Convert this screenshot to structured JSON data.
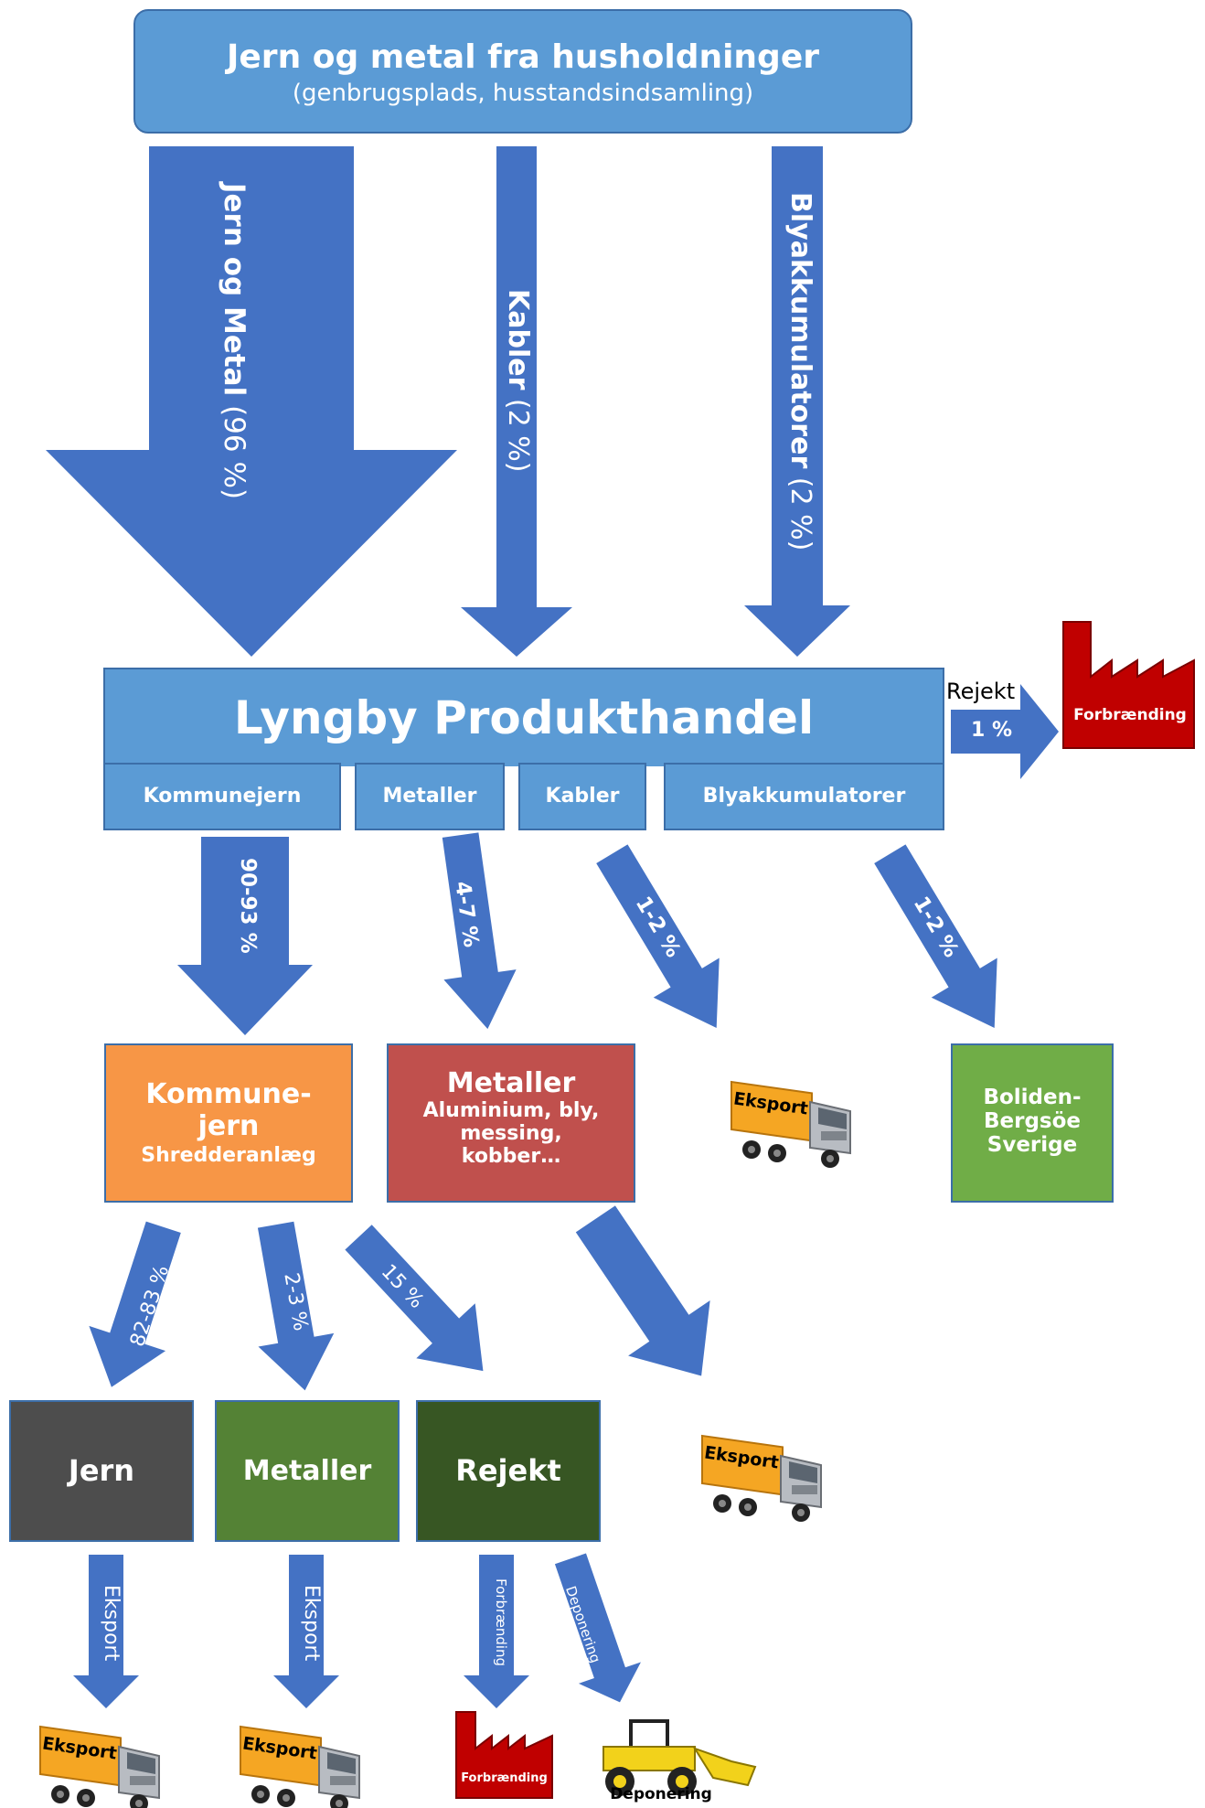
{
  "colors": {
    "arrow_blue": "#4472c4",
    "box_light_blue": "#5b9bd5",
    "orange": "#f79646",
    "red": "#c0504d",
    "green_light": "#70ad47",
    "green_mid": "#548235",
    "green_dark": "#375623",
    "gray_dark": "#4d4d4d",
    "factory_red": "#c00000"
  },
  "source": {
    "title": "Jern og metal fra husholdninger",
    "subtitle": "(genbrugsplads, husstandsindsamling)"
  },
  "inflows": [
    {
      "label_bold": "Jern og Metal",
      "label_pct": " (96 %)"
    },
    {
      "label_bold": "Kabler",
      "label_pct": " (2 %)"
    },
    {
      "label_bold": "Blyakkumulatorer",
      "label_pct": " (2 %)"
    }
  ],
  "hub": {
    "title": "Lyngby Produkthandel",
    "tabs": [
      "Kommunejern",
      "Metaller",
      "Kabler",
      "Blyakkumulatorer"
    ]
  },
  "reject_flow": {
    "label": "Rejekt",
    "pct": "1 %",
    "factory_label": "Forbrænding"
  },
  "mid_flows": [
    "90-93 %",
    "4-7 %",
    "1-2 %",
    "1-2 %"
  ],
  "kommunejern_box": {
    "line1": "Kommune-",
    "line2": "jern",
    "line3": "Shredderanlæg"
  },
  "metaller_box": {
    "title": "Metaller",
    "line1": "Aluminium, bly,",
    "line2": "messing,",
    "line3": "kobber…"
  },
  "boliden_box": {
    "line1": "Boliden-",
    "line2": "Bergsöe",
    "line3": "Sverige"
  },
  "truck_label": "Eksport",
  "lower_flows": [
    "82-83 %",
    "2-3 %",
    "15 %"
  ],
  "bottom_boxes": [
    "Jern",
    "Metaller",
    "Rejekt"
  ],
  "bottom_flows": [
    "Eksport",
    "Eksport",
    "Forbrænding",
    "Deponering"
  ],
  "deponering_label": "Deponering",
  "icons": [
    "truck-icon",
    "factory-icon",
    "loader-icon"
  ]
}
